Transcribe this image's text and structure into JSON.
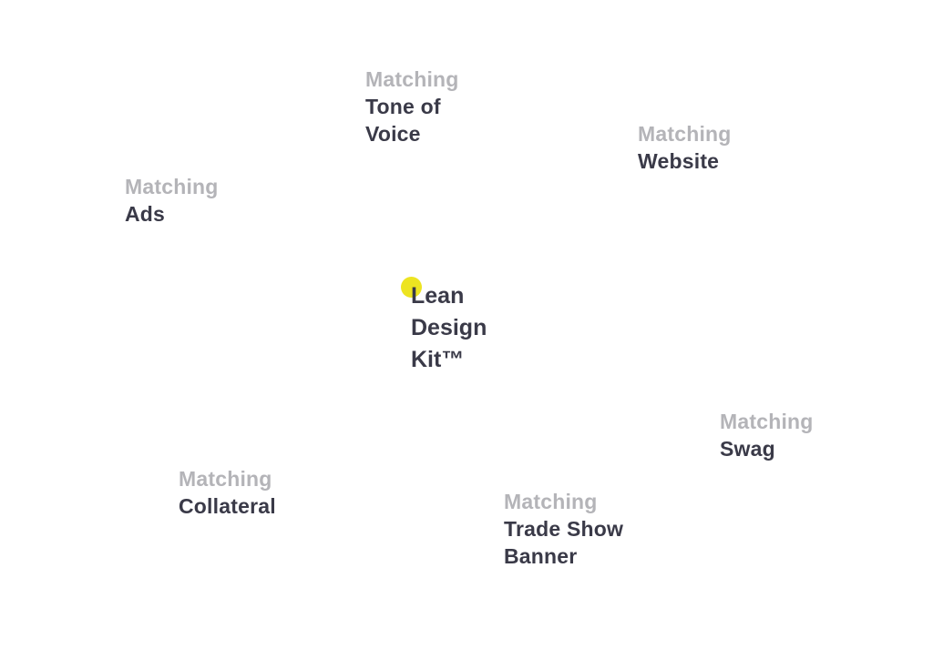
{
  "center": {
    "lines": [
      "Lean",
      "Design",
      "Kit™"
    ],
    "accent_color": "#ede421"
  },
  "nodes": {
    "tone_of_voice": {
      "prefix": "Matching",
      "lines": [
        "Tone of",
        "Voice"
      ]
    },
    "website": {
      "prefix": "Matching",
      "lines": [
        "Website"
      ]
    },
    "ads": {
      "prefix": "Matching",
      "lines": [
        "Ads"
      ]
    },
    "swag": {
      "prefix": "Matching",
      "lines": [
        "Swag"
      ]
    },
    "collateral": {
      "prefix": "Matching",
      "lines": [
        "Collateral"
      ]
    },
    "trade_show_banner": {
      "prefix": "Matching",
      "lines": [
        "Trade Show",
        "Banner"
      ]
    }
  },
  "colors": {
    "muted_text": "#b4b4b8",
    "strong_text": "#3a3a48",
    "background": "#ffffff"
  }
}
